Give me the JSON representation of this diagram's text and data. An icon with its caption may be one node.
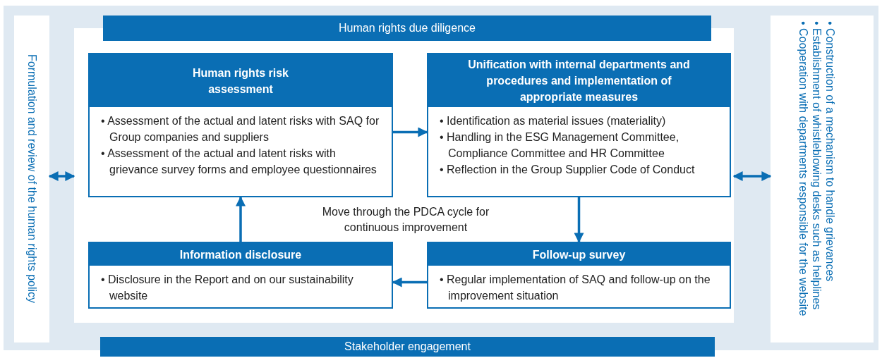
{
  "diagram": {
    "nodes": [
      {
        "text": [
          "Formulation and review of the human rights policy"
        ]
      },
      {
        "text": [
          "Human rights due diligence"
        ]
      },
      {
        "text": [
          "Human rights risk assessment",
          "• Assessment of the actual and latent risks with SAQ for Group companies and suppliers",
          "• Assessment of the actual and latent risks with grievance survey forms and employee questionnaires"
        ],
        "in": 1
      },
      {
        "text": [
          "Unification with internal departments and procedures and implementation of appropriate measures",
          "• Identification as material issues (materiality)",
          "• Handling in the ESG Management Committee, Compliance Committee and HR Committee",
          "• Reflection in the Group Supplier Code of Conduct"
        ],
        "in": 1
      },
      {
        "text": [
          "Information disclosure",
          "• Disclosure in the Report and on our sustainability website"
        ],
        "in": 1
      },
      {
        "text": [
          "Follow-up survey",
          "• Regular implementation of SAQ and follow-up on the improvement situation"
        ],
        "in": 1
      },
      {
        "text": [
          "• Construction of a mechanism to handle grievances",
          "• Establishment of whistleblowing desks such as helplines",
          "• Cooperation with departments responsible for the website"
        ]
      },
      {
        "text": [
          "Stakeholder engagement"
        ]
      }
    ],
    "edges": [
      {
        "from": 2,
        "to": 3,
        "arrow": "to"
      },
      {
        "from": 3,
        "to": 5,
        "arrow": "to"
      },
      {
        "from": 5,
        "to": 4,
        "arrow": "to"
      },
      {
        "from": 4,
        "to": 2,
        "arrow": "to"
      },
      {
        "from": 0,
        "to": 1,
        "arrow": "both"
      },
      {
        "from": 1,
        "to": 6,
        "arrow": "both"
      }
    ],
    "labels": [
      "Move through the PDCA cycle for continuous improvement"
    ]
  }
}
